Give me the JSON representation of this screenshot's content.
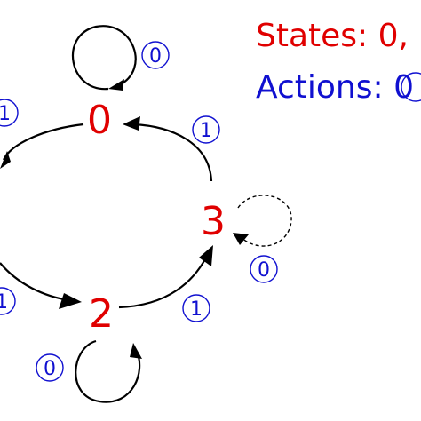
{
  "legend": {
    "states_text": "States: 0,",
    "actions_text": "Actions: 0"
  },
  "states": [
    "0",
    "2",
    "3"
  ],
  "actions": {
    "loop_0": "0",
    "edge_1_to_0_left": "1",
    "edge_3_to_0": "1",
    "loop_3": "0",
    "edge_1_to_2": "1",
    "edge_2_to_3": "1",
    "loop_2": "0"
  },
  "colors": {
    "state": "#e00000",
    "action": "#1010d0",
    "edge": "#000000"
  }
}
